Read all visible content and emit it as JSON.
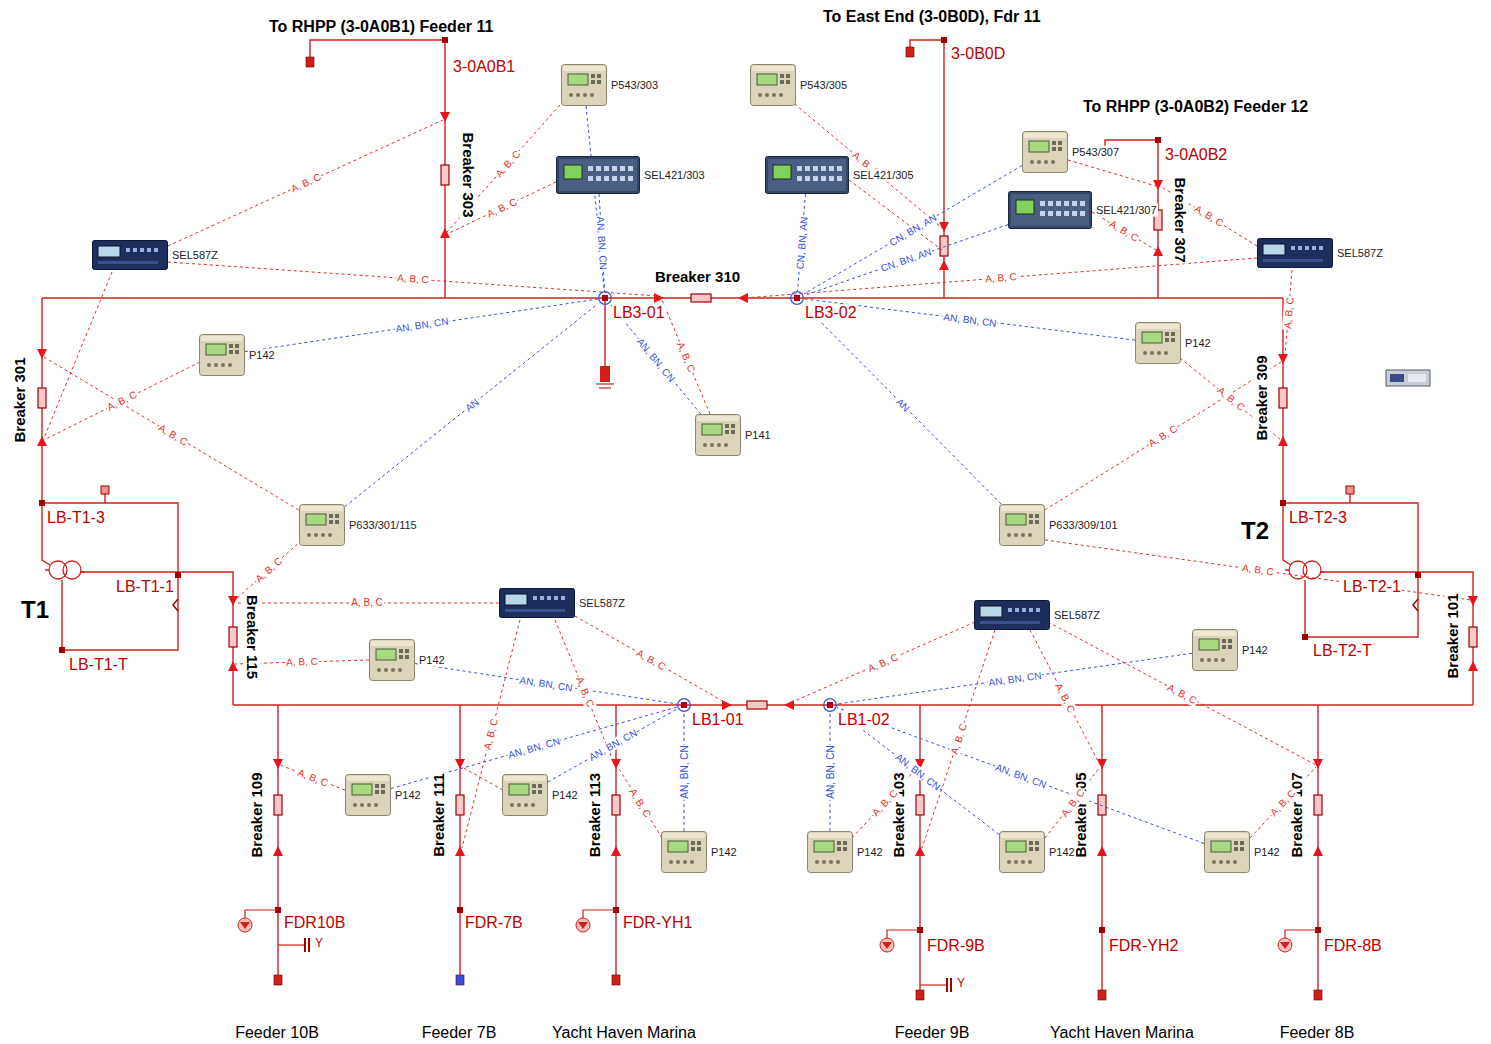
{
  "diagram": {
    "nodes": [
      {
        "text": [
          "P543/303"
        ]
      },
      {
        "text": [
          "P543/305"
        ]
      },
      {
        "text": [
          "P543/307"
        ]
      },
      {
        "text": [
          "SEL421/303"
        ]
      },
      {
        "text": [
          "SEL421/305"
        ]
      },
      {
        "text": [
          "SEL421/307"
        ]
      },
      {
        "text": [
          "SEL587Z"
        ]
      },
      {
        "text": [
          "SEL587Z"
        ]
      },
      {
        "text": [
          "LB3-01"
        ]
      },
      {
        "text": [
          "LB3-02"
        ]
      },
      {
        "text": [
          "P142"
        ]
      },
      {
        "text": [
          "P142"
        ]
      },
      {
        "text": [
          "P141"
        ]
      },
      {
        "text": [
          "P633/301/115"
        ]
      },
      {
        "text": [
          "P633/309/101"
        ]
      },
      {
        "text": [
          "SEL587Z"
        ]
      },
      {
        "text": [
          "SEL587Z"
        ]
      },
      {
        "text": [
          "P142"
        ]
      },
      {
        "text": [
          "P142"
        ]
      },
      {
        "text": [
          "LB1-01"
        ]
      },
      {
        "text": [
          "LB1-02"
        ]
      },
      {
        "text": [
          "P142"
        ]
      },
      {
        "text": [
          "P142"
        ]
      },
      {
        "text": [
          "P142"
        ]
      },
      {
        "text": [
          "P142"
        ]
      },
      {
        "text": [
          "P142"
        ]
      },
      {
        "text": [
          "P142"
        ]
      }
    ],
    "edges": [
      {
        "from": 3,
        "to": 8,
        "arrow": "none",
        "label": "AN, BN, CN"
      },
      {
        "from": 0,
        "to": 8,
        "arrow": "none"
      },
      {
        "from": 10,
        "to": 8,
        "arrow": "none",
        "label": "AN, BN, CN"
      },
      {
        "from": 12,
        "to": 8,
        "arrow": "none",
        "label": "AN, BN, CN"
      },
      {
        "from": 13,
        "to": 8,
        "arrow": "none",
        "label": "AN"
      },
      {
        "from": 4,
        "to": 9,
        "arrow": "none",
        "label": "CN, BN, AN"
      },
      {
        "from": 2,
        "to": 9,
        "arrow": "none",
        "label": "CN, BN, AN"
      },
      {
        "from": 5,
        "to": 9,
        "arrow": "none",
        "label": "CN, BN, AN"
      },
      {
        "from": 11,
        "to": 9,
        "arrow": "none",
        "label": "AN, BN, CN"
      },
      {
        "from": 14,
        "to": 9,
        "arrow": "none",
        "label": "AN"
      },
      {
        "from": 18,
        "to": 19,
        "arrow": "none",
        "label": "AN, BN, CN"
      },
      {
        "from": 21,
        "to": 19,
        "arrow": "none",
        "label": "AN, BN, CN"
      },
      {
        "from": 22,
        "to": 19,
        "arrow": "none",
        "label": "AN, BN, CN"
      },
      {
        "from": 23,
        "to": 19,
        "arrow": "none",
        "label": "AN, BN, CN"
      },
      {
        "from": 17,
        "to": 20,
        "arrow": "none",
        "label": "AN, BN, CN"
      },
      {
        "from": 24,
        "to": 20,
        "arrow": "none",
        "label": "AN, BN, CN"
      },
      {
        "from": 25,
        "to": 20,
        "arrow": "none",
        "label": "AN, BN, CN"
      },
      {
        "from": 26,
        "to": 20,
        "arrow": "none",
        "label": "AN, BN, CN"
      }
    ],
    "labels": [
      "To RHPP (3-0A0B1) Feeder 11",
      "To East End (3-0B0D), Fdr 11",
      "To RHPP (3-0A0B2) Feeder 12",
      "3-0A0B1",
      "3-0B0D",
      "3-0A0B2",
      "Breaker 303",
      "Breaker 310",
      "Breaker 307",
      "Breaker 301",
      "Breaker 309",
      "LB-T1-3",
      "LB-T1-1",
      "LB-T1-T",
      "T1",
      "Breaker 115",
      "LB-T2-3",
      "T2",
      "LB-T2-1",
      "LB-T2-T",
      "Breaker 101",
      "Breaker 109",
      "Breaker 111",
      "Breaker 113",
      "Breaker 103",
      "Breaker 105",
      "Breaker 107",
      "FDR10B",
      "FDR-7B",
      "FDR-YH1",
      "FDR-9B",
      "FDR-YH2",
      "FDR-8B",
      "Feeder 10B",
      "Feeder 7B",
      "Yacht Haven Marina",
      "Feeder 9B",
      "Yacht Haven Marina",
      "Feeder 8B",
      "Y",
      "Y",
      "A, B, C",
      "A, B, C",
      "A, B, C",
      "A, B, C",
      "A, B, C",
      "A, B, C",
      "A, B, C",
      "A, B, C",
      "A, B, C",
      "A, B, C",
      "A, B, C",
      "A, B, C",
      "A, B, C",
      "A, B, C",
      "A, B, C",
      "A, B, C",
      "A, B, C",
      "A, B, C",
      "A, B, C",
      "A, B, C",
      "A, B, C",
      "A, B, C",
      "A, B, C",
      "A, B, C",
      "A, B, C",
      "A, B, C",
      "A, B, C",
      "A, B, C",
      "A, B, C",
      "A, B, C"
    ]
  }
}
